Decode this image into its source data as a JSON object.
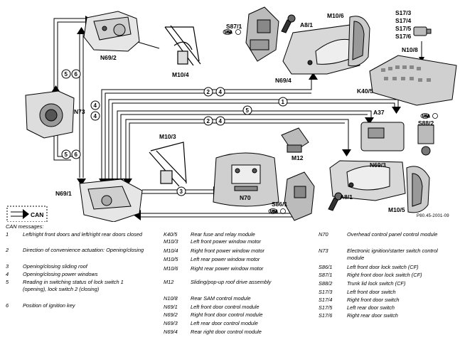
{
  "components": {
    "N69_1": "N69/1",
    "N69_2": "N69/2",
    "N69_3": "N69/3",
    "N69_4": "N69/4",
    "N73": "N73",
    "N70": "N70",
    "N10_8": "N10/8",
    "K40_5": "K40/5",
    "M10_3": "M10/3",
    "M10_4": "M10/4",
    "M10_5": "M10/5",
    "M10_6": "M10/6",
    "M12": "M12",
    "A37": "A37",
    "A8_1a": "A8/1",
    "A8_1b": "A8/1",
    "S87_1": "S87/1",
    "S86_1": "S86/1",
    "S88_2": "S88/2",
    "S17_3": "S17/3",
    "S17_4": "S17/4",
    "S17_5": "S17/5",
    "S17_6": "S17/6",
    "usa": "USA"
  },
  "message_numbers": [
    "1",
    "2",
    "3",
    "4",
    "5",
    "6"
  ],
  "can_label": "CAN",
  "reference": "P80.45-2001-09",
  "legend": {
    "title": "CAN messages:",
    "messages": [
      {
        "code": "1",
        "text": "Left/right front doors and left/right rear doors closed"
      },
      {
        "code": "2",
        "text": "Direction of convenience actuation: Opening/closing"
      },
      {
        "code": "3",
        "text": "Opening/closing sliding roof"
      },
      {
        "code": "4",
        "text": "Opening/closing power windows"
      },
      {
        "code": "5",
        "text": "Reading in switching status of lock switch 1 (opening), lock switch 2 (closing)"
      },
      {
        "code": "6",
        "text": "Position of ignition key"
      }
    ],
    "components_mid": [
      {
        "code": "K40/5",
        "text": "Rear fuse and relay module"
      },
      {
        "code": "M10/3",
        "text": "Left front power window motor"
      },
      {
        "code": "M10/4",
        "text": "Right front power window motor"
      },
      {
        "code": "M10/5",
        "text": "Left rear power window motor"
      },
      {
        "code": "M10/6",
        "text": "Right rear power window motor"
      },
      {
        "code": "M12",
        "text": "Sliding/pop-up roof drive assembly"
      },
      {
        "code": "N10/8",
        "text": "Rear SAM control module"
      },
      {
        "code": "N69/1",
        "text": "Left front door control module"
      },
      {
        "code": "N69/2",
        "text": "Right front door control module"
      },
      {
        "code": "N69/3",
        "text": "Left rear door control module"
      },
      {
        "code": "N69/4",
        "text": "Rear right door control module"
      }
    ],
    "components_right": [
      {
        "code": "N70",
        "text": "Overhead control panel control module"
      },
      {
        "code": "N73",
        "text": "Electronic ignition/starter switch control module"
      },
      {
        "code": "S86/1",
        "text": "Left front door lock switch (CF)"
      },
      {
        "code": "S87/1",
        "text": "Right front door lock switch (CF)"
      },
      {
        "code": "S88/2",
        "text": "Trunk lid lock switch (CF)"
      },
      {
        "code": "S17/3",
        "text": "Left front door switch"
      },
      {
        "code": "S17/4",
        "text": "Right front door switch"
      },
      {
        "code": "S17/5",
        "text": "Left rear door switch"
      },
      {
        "code": "S17/6",
        "text": "Right rear door switch"
      }
    ]
  }
}
